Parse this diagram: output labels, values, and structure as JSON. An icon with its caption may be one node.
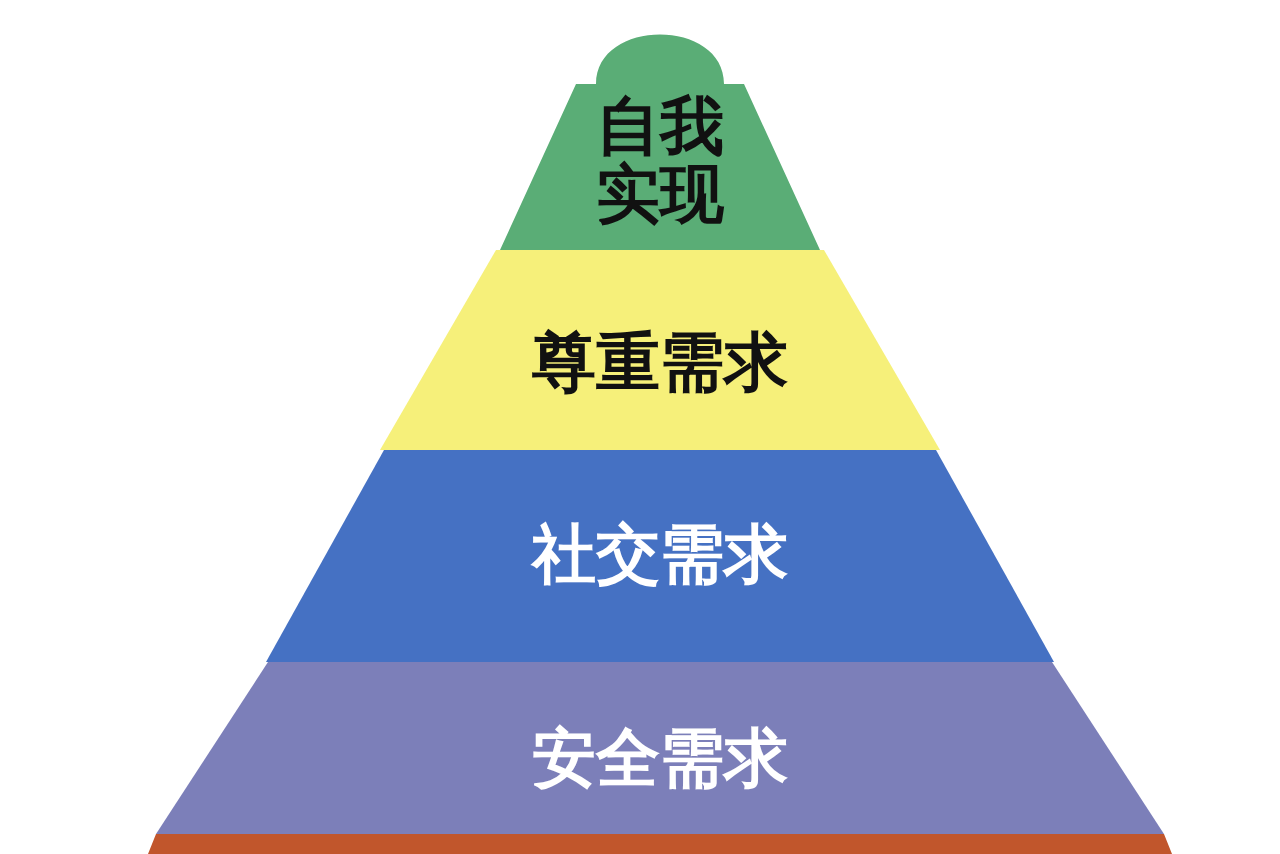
{
  "diagram": {
    "nodes": [
      {
        "text": [
          "自我实现"
        ]
      },
      {
        "text": [
          "尊重需求"
        ]
      },
      {
        "text": [
          "社交需求"
        ]
      },
      {
        "text": [
          "安全需求"
        ]
      },
      {
        "text": [],
        "shape": "band"
      }
    ]
  }
}
